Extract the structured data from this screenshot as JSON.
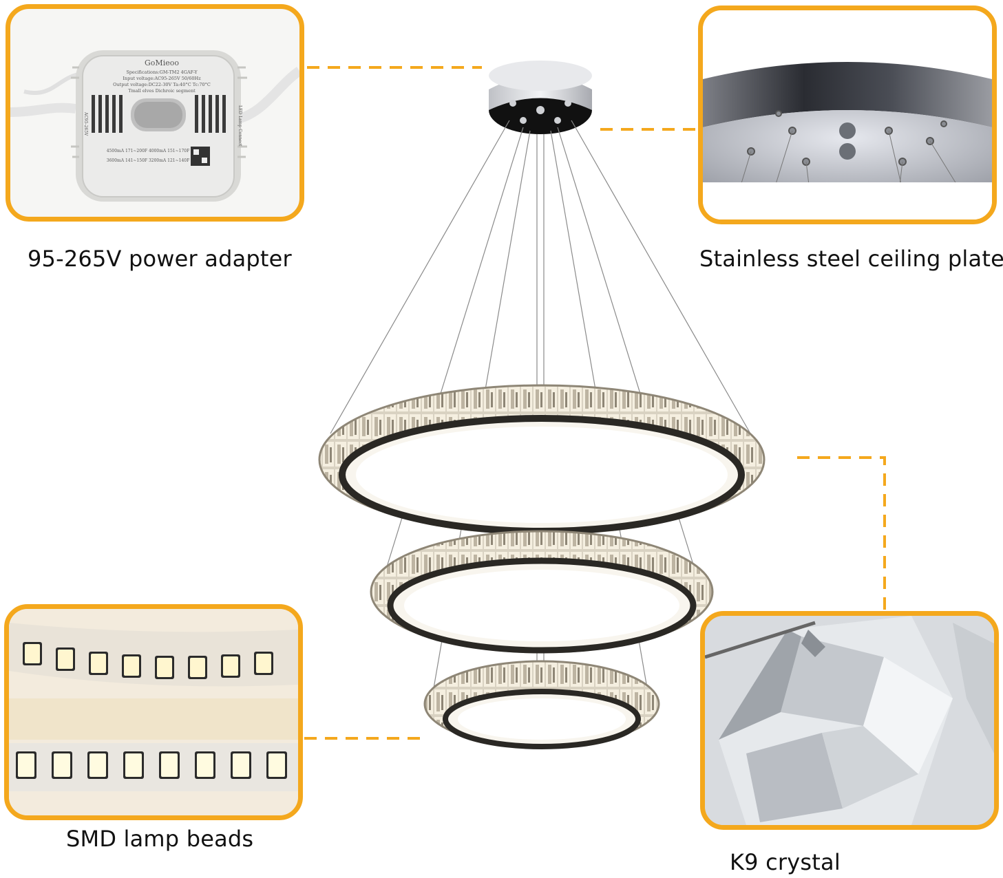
{
  "callouts": {
    "power_adapter": "95-265V  power adapter",
    "ceiling_plate": "Stainless steel ceiling plate",
    "lamp_beads": "SMD lamp beads",
    "crystal": "K9 crystal"
  },
  "adapter_label": {
    "brand": "GoMieoo",
    "spec": "Specifications:GM-TM2 4GAF-Y",
    "input": "Input voltage:AC95-265V 50/60Hz",
    "output": "Output voltage:DC22-30V Ta:40°C Tc:70°C",
    "modes": "Tmall elves     Dichroic segment",
    "row1": "4500mA 171~200F   4000mA 151~170F",
    "row2": "3600mA 141~150F   3200mA 121~140F",
    "side_left": "AC95-265V",
    "side_right": "LED Lamp Connect"
  },
  "colors": {
    "accent": "#F4A81D",
    "text": "#111111"
  }
}
